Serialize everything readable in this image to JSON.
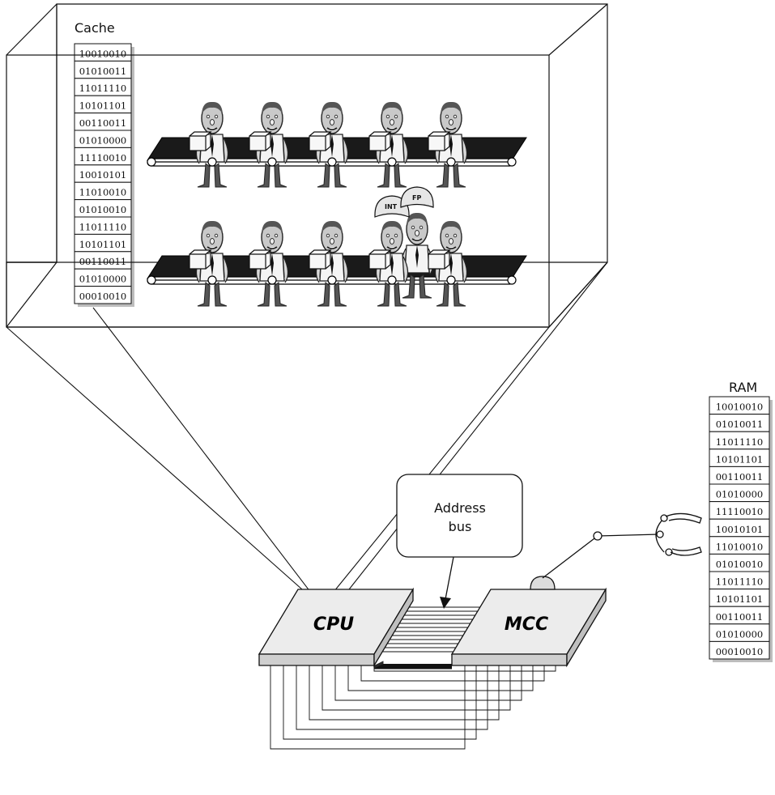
{
  "cache": {
    "title": "Cache",
    "rows": [
      "10010010",
      "01010011",
      "11011110",
      "10101101",
      "00110011",
      "01010000",
      "11110010",
      "10010101",
      "11010010",
      "01010010",
      "11011110",
      "10101101",
      "00110011",
      "01010000",
      "00010010"
    ]
  },
  "ram": {
    "title": "RAM",
    "rows": [
      "10010010",
      "01010011",
      "11011110",
      "10101101",
      "00110011",
      "01010000",
      "11110010",
      "10010101",
      "11010010",
      "01010010",
      "11011110",
      "10101101",
      "00110011",
      "01010000",
      "00010010"
    ]
  },
  "address_bus": {
    "line1": "Address",
    "line2": "bus"
  },
  "chips": {
    "cpu": "CPU",
    "mcc": "MCC"
  },
  "hats": {
    "int": "INT",
    "fp": "FP"
  }
}
